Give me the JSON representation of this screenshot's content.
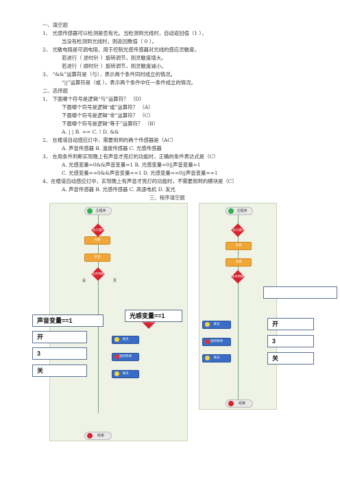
{
  "doc": {
    "s1_title": "一、填空题",
    "q1": "1、  光感传感器可以检测是否有光。当检测到光线时，自动返回值（1  ），",
    "q1b": "当没有检测到光线时，则返回数值（   0  ）。",
    "q2": "2、  光敏电阻是可调电阻，用于控制光感传感器对光线的感应灵敏度，",
    "q2b": "若进行（  逆时针   ）旋转调节，则灵敏度增大。",
    "q2c": "若进行（   顺时针  ）旋转调节，则灵敏度减小。",
    "q3": "3、  “&&”运算符是（与），表示两个条件同时成立的情况。",
    "q3b": "“||”运算符是（或  ），表示两个条件中任一条件成立的情况。",
    "s2_title": "二、选择题",
    "c1": "1、  下面哪个符号是逻辑“与”运算符？   （D）",
    "c1b": "下面哪个符号是逻辑“或”运算符？   （A）",
    "c1c": "下面哪个符号是逻辑“非”运算符？   （C）",
    "c1d": "下面哪个符号是逻辑“等于”运算符？  （B）",
    "c1opts": "A.    | |        B. ==        C. !          D. &&",
    "c2": "2、  在楼道自动感应灯中，需要用到的两个传感器是（AC）",
    "c2opts": "A.    声音传感器       B.  温度传感器       C.  光感传感器",
    "c3": "3、  在用条件判断实现晚上有声音才亮灯的功能时，正确的条件表达式是（C）",
    "c3a": "A.    光感变量=0&&声音变量=1          B.  光感变量=0||声音变量=1",
    "c3c": "C.    光感变量==0&&声音变量==1        D.  光感变量==0||声音变量==1",
    "c4": "4、在楼道自动感应灯中，实现晚上有声音才亮灯的功能时，不需要用到的模块是（C）",
    "c4opts": "A.  声音传感器       B.  光感传感器       C.  高速电机    D.  发光",
    "s3_title": "三、程序填空题"
  },
  "flow": {
    "start": "主程序",
    "end": "结束",
    "loop": "永久循环",
    "sensor_light": "光感",
    "sensor_sound": "声音",
    "cond": "条件判断",
    "yes": "是",
    "no": "否",
    "led_on": "发光",
    "delay": "延时等待",
    "led_off": "发光",
    "cond2": "条件判断"
  },
  "answers": {
    "box_light": "光感变量==1",
    "box_sound": "声音变量==1",
    "box_on_left": "开",
    "box_3_left": "3",
    "box_off_left": "关",
    "box_right_top": "",
    "box_on_right": "开",
    "box_3_right": "3",
    "box_off_right": "关"
  }
}
